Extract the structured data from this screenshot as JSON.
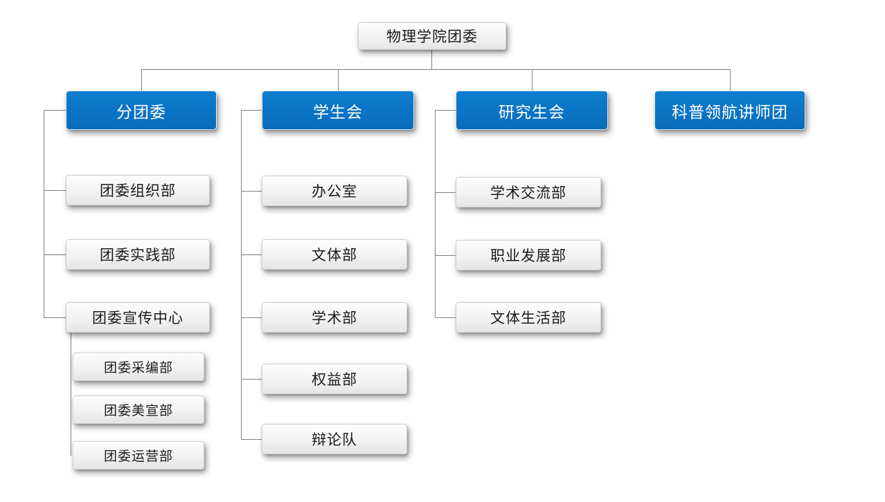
{
  "colors": {
    "primary_blue": "#0B74C4",
    "box_gray": "#EFEFEF",
    "line_gray": "#7F7F7F",
    "text_dark": "#1A1A1A",
    "text_light": "#FFFFFF"
  },
  "org": {
    "root": "物理学院团委",
    "branches": [
      {
        "label": "分团委",
        "children": [
          "团委组织部",
          "团委实践部",
          "团委宣传中心"
        ],
        "subchildren": [
          "团委采编部",
          "团委美宣部",
          "团委运营部"
        ]
      },
      {
        "label": "学生会",
        "children": [
          "办公室",
          "文体部",
          "学术部",
          "权益部",
          "辩论队"
        ]
      },
      {
        "label": "研究生会",
        "children": [
          "学术交流部",
          "职业发展部",
          "文体生活部"
        ]
      },
      {
        "label": "科普领航讲师团",
        "children": []
      }
    ]
  }
}
